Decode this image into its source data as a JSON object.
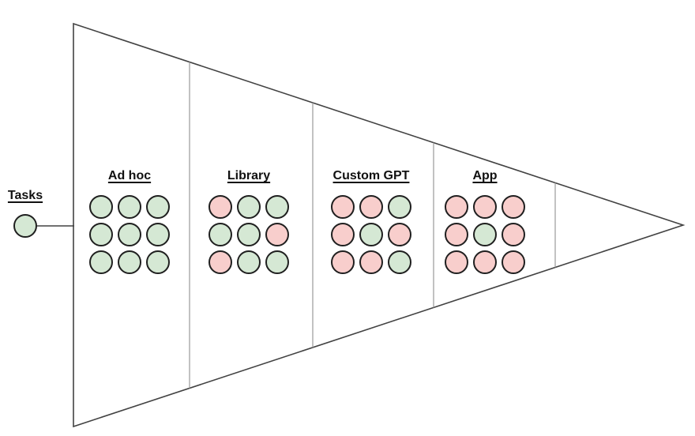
{
  "diagram": {
    "tasks_node": {
      "label": "Tasks",
      "status": "green"
    },
    "sections": [
      {
        "label": "Ad hoc",
        "grid": [
          [
            "green",
            "green",
            "green"
          ],
          [
            "green",
            "green",
            "green"
          ],
          [
            "green",
            "green",
            "green"
          ]
        ]
      },
      {
        "label": "Library",
        "grid": [
          [
            "red",
            "green",
            "green"
          ],
          [
            "green",
            "green",
            "red"
          ],
          [
            "red",
            "green",
            "green"
          ]
        ]
      },
      {
        "label": "Custom GPT",
        "grid": [
          [
            "red",
            "red",
            "green"
          ],
          [
            "red",
            "green",
            "red"
          ],
          [
            "red",
            "red",
            "green"
          ]
        ]
      },
      {
        "label": "App",
        "grid": [
          [
            "red",
            "red",
            "red"
          ],
          [
            "red",
            "green",
            "red"
          ],
          [
            "red",
            "red",
            "red"
          ]
        ]
      }
    ]
  },
  "colors": {
    "pass_green": "#d5e8d4",
    "fail_red": "#f8cecc",
    "circle_stroke": "#1f1f1f",
    "funnel_stroke": "#424242",
    "divider_stroke": "#9a9a9a",
    "label_color": "#111111",
    "background": "#ffffff"
  }
}
